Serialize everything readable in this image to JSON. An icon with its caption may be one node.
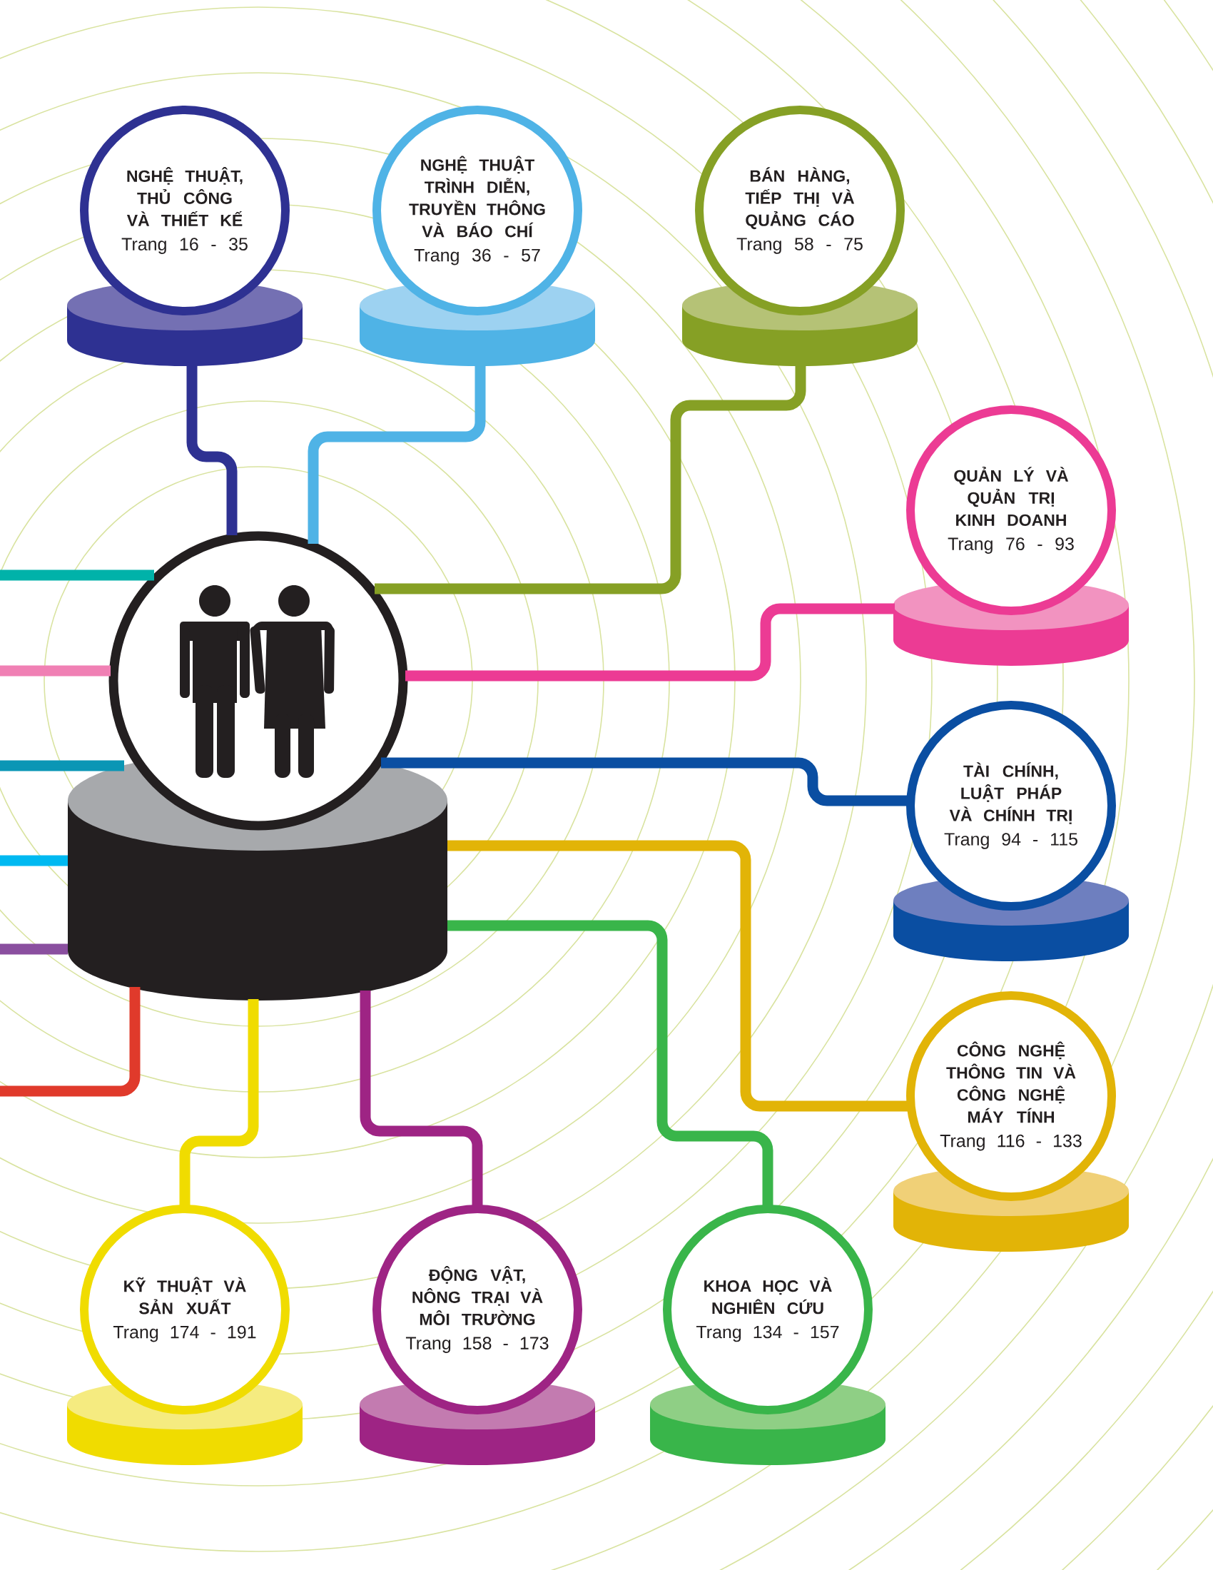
{
  "diagram": {
    "nodes": [
      {
        "text": [],
        "shape": "picture"
      },
      {
        "text": [
          "NGHỆ THUẬT, THỦ CÔNG VÀ THIẾT KẾ",
          "Trang 16 - 35"
        ]
      },
      {
        "text": [
          "NGHỆ THUẬT TRÌNH DIỄN, TRUYỀN THÔNG VÀ BÁO CHÍ",
          "Trang 36 - 57"
        ]
      },
      {
        "text": [
          "BÁN HÀNG, TIẾP THỊ VÀ QUẢNG CÁO",
          "Trang 58 - 75"
        ]
      },
      {
        "text": [
          "QUẢN LÝ VÀ QUẢN TRỊ KINH DOANH",
          "Trang 76 - 93"
        ]
      },
      {
        "text": [
          "TÀI CHÍNH, LUẬT PHÁP VÀ CHÍNH TRỊ",
          "Trang 94 - 115"
        ]
      },
      {
        "text": [
          "CÔNG NGHỆ THÔNG TIN VÀ CÔNG NGHỆ MÁY TÍNH",
          "Trang 116 - 133"
        ]
      },
      {
        "text": [
          "KỸ THUẬT VÀ SẢN XUẤT",
          "Trang 174 - 191"
        ]
      },
      {
        "text": [
          "ĐỘNG VẬT, NÔNG TRẠI VÀ MÔI TRƯỜNG",
          "Trang 158 - 173"
        ]
      },
      {
        "text": [
          "KHOA HỌC VÀ NGHIÊN CỨU",
          "Trang 134 - 157"
        ]
      }
    ],
    "edges": [
      {
        "from": 0,
        "to": 1,
        "arrow": "none",
        "color": "#2e3192"
      },
      {
        "from": 0,
        "to": 2,
        "arrow": "none",
        "color": "#4fb3e6"
      },
      {
        "from": 0,
        "to": 3,
        "arrow": "none",
        "color": "#86a025"
      },
      {
        "from": 0,
        "to": 4,
        "arrow": "none",
        "color": "#ec3b94"
      },
      {
        "from": 0,
        "to": 5,
        "arrow": "none",
        "color": "#0a4ea2"
      },
      {
        "from": 0,
        "to": 6,
        "arrow": "none",
        "color": "#e2b407"
      },
      {
        "from": 0,
        "to": 7,
        "arrow": "none",
        "color": "#f0dc00"
      },
      {
        "from": 0,
        "to": 8,
        "arrow": "none",
        "color": "#9e2484"
      },
      {
        "from": 0,
        "to": 9,
        "arrow": "none",
        "color": "#39b54a"
      },
      {
        "from": 0,
        "to": null,
        "arrow": "none",
        "color": "#e03a2b"
      },
      {
        "from": 0,
        "to": null,
        "arrow": "none",
        "color": "#00b2a9"
      },
      {
        "from": 0,
        "to": null,
        "arrow": "none",
        "color": "#f080b4"
      },
      {
        "from": 0,
        "to": null,
        "arrow": "none",
        "color": "#0a96b5"
      },
      {
        "from": 0,
        "to": null,
        "arrow": "none",
        "color": "#00b9f1"
      },
      {
        "from": 0,
        "to": null,
        "arrow": "none",
        "color": "#8a4f9f"
      }
    ]
  }
}
